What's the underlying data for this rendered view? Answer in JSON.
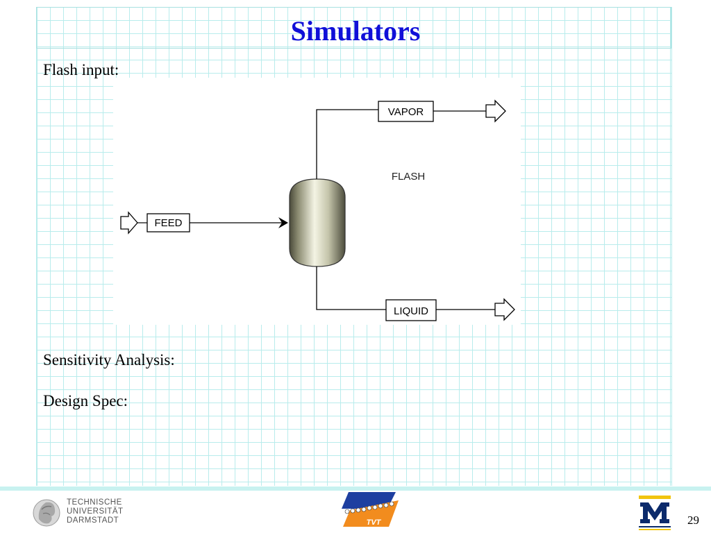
{
  "slide": {
    "title": "Simulators",
    "page_number": "29"
  },
  "content": {
    "flash_input_label": "Flash input:",
    "sensitivity_label": "Sensitivity Analysis:",
    "design_spec_label": "Design Spec:"
  },
  "diagram": {
    "feed_label": "FEED",
    "vapor_label": "VAPOR",
    "liquid_label": "LIQUID",
    "block_label": "FLASH"
  },
  "footer": {
    "tud_line1": "TECHNISCHE",
    "tud_line2": "UNIVERSITÄT",
    "tud_line3": "DARMSTADT",
    "tvt_text": "TVT"
  },
  "colors": {
    "title": "#1010d8",
    "grid": "#b8ecec",
    "footer_line": "#c8f2f0"
  }
}
